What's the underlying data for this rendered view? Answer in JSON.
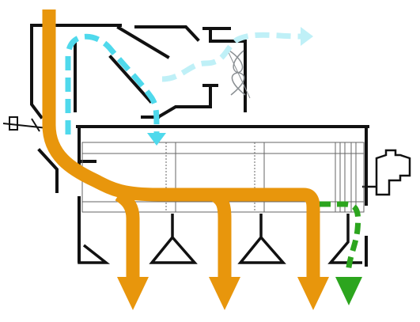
{
  "colors": {
    "structure": "#111111",
    "thin": "#666666",
    "main_flow": "#e8960c",
    "air_flow": "#4fd9ec",
    "air_flow_light": "#bff0f7",
    "green_flow": "#2ca51e",
    "fan": "#8a8f93",
    "background": "#ffffff"
  },
  "icons": {
    "fan": "fan-icon",
    "flow_arrow": "arrow-down-icon",
    "motor": "motor-icon",
    "valve": "valve-icon"
  },
  "flows": {
    "main_outlets": 3,
    "air_outlets": 2,
    "green_outlets": 1
  }
}
